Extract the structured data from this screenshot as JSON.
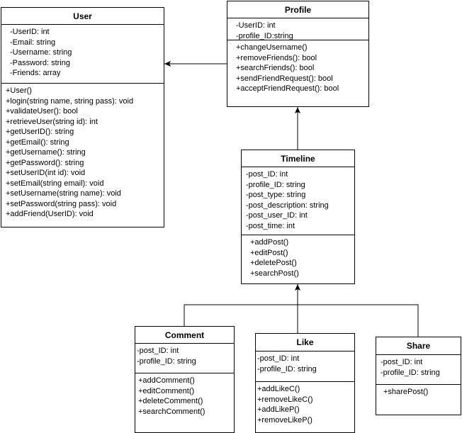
{
  "classes": [
    {
      "id": "user",
      "name": "User",
      "attributes": [
        "-UserID: int",
        "-Email: string",
        "-Username: string",
        "-Password: string",
        "-Friends: array"
      ],
      "methods": [
        "+User()",
        "+login(string name, string pass): void",
        "+validateUser(): bool",
        "+retrieveUser(string id): int",
        "+getUserID(): string",
        "+getEmail(): string",
        "+getUsername(): string",
        "+getPassword(): string",
        "+setUserID(int id): void",
        "+setEmail(string email): void",
        "+setUsername(string name): void",
        "+setPassword(string pass): void",
        "+addFriend(UserID): void"
      ]
    },
    {
      "id": "profile",
      "name": "Profile",
      "attributes": [
        "-UserID: int",
        "-profile_ID:string"
      ],
      "methods": [
        "+changeUsername()",
        "+removeFriends(): bool",
        "+searchFriends(): bool",
        "+sendFriendRequest(): bool",
        "+acceptFriendRequest(): bool"
      ]
    },
    {
      "id": "timeline",
      "name": "Timeline",
      "attributes": [
        "-post_ID: int",
        "-profile_ID: string",
        "-post_type: string",
        "-post_description: string",
        "-post_user_ID: int",
        "-post_time: int"
      ],
      "methods": [
        "+addPost()",
        "+editPost()",
        "+deletePost()",
        "+searchPost()"
      ]
    },
    {
      "id": "comment",
      "name": "Comment",
      "attributes": [
        "-post_ID: int",
        "-profile_ID: string"
      ],
      "methods": [
        "+addComment()",
        "+editComment()",
        "+deleteComment()",
        "+searchComment()"
      ]
    },
    {
      "id": "like",
      "name": "Like",
      "attributes": [
        "-post_ID: int",
        "-profile_ID: string"
      ],
      "methods": [
        "+addLikeC()",
        "+removeLikeC()",
        "+addLikeP()",
        "+removeLikeP()"
      ]
    },
    {
      "id": "share",
      "name": "Share",
      "attributes": [
        "-post_ID: int",
        "-profile_ID: string"
      ],
      "methods": [
        "+sharePost()"
      ]
    }
  ],
  "relations": [
    {
      "from": "profile",
      "to": "user",
      "type": "association"
    },
    {
      "from": "timeline",
      "to": "profile",
      "type": "association"
    },
    {
      "from": "comment",
      "to": "timeline",
      "type": "generalization"
    },
    {
      "from": "like",
      "to": "timeline",
      "type": "generalization"
    },
    {
      "from": "share",
      "to": "timeline",
      "type": "generalization"
    }
  ]
}
